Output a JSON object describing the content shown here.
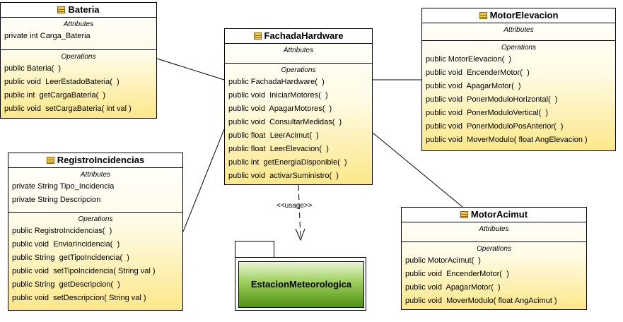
{
  "classes": {
    "bateria": {
      "name": "Bateria",
      "attributes_caption": "Attributes",
      "attributes": [
        "private int Carga_Bateria"
      ],
      "operations_caption": "Operations",
      "operations": [
        "public Bateria(  )",
        "public void  LeerEstadoBateria(  )",
        "public int  getCargaBateria(  )",
        "public void  setCargaBateria( int val )"
      ]
    },
    "fachada": {
      "name": "FachadaHardware",
      "attributes_caption": "Attributes",
      "attributes": [],
      "operations_caption": "Operations",
      "operations": [
        "public FachadaHardware(  )",
        "public void  IniciarMotores(  )",
        "public void  ApagarMotores(  )",
        "public void  ConsultarMedidas(  )",
        "public float  LeerAcimut(  )",
        "public float  LeerElevacion(  )",
        "public int  getEnergiaDisponible(  )",
        "public void  activarSuministro(  )"
      ]
    },
    "motor_elevacion": {
      "name": "MotorElevacion",
      "attributes_caption": "Attributes",
      "attributes": [],
      "operations_caption": "Operations",
      "operations": [
        "public MotorElevacion(  )",
        "public void  EncenderMotor(  )",
        "public void  ApagarMotor(  )",
        "public void  PonerModuloHorizontal(  )",
        "public void  PonerModuloVertical(  )",
        "public void  PonerModuloPosAnterior(  )",
        "public void  MoverModulo( float AngElevacion )"
      ]
    },
    "registro": {
      "name": "RegistroIncidencias",
      "attributes_caption": "Attributes",
      "attributes": [
        "private String Tipo_Incidencia",
        "private String Descripcion"
      ],
      "operations_caption": "Operations",
      "operations": [
        "public RegistroIncidencias(  )",
        "public void  EnviarIncidencia(  )",
        "public String  getTipoIncidencia(  )",
        "public void  setTipoIncidencia( String val )",
        "public String  getDescripcion(  )",
        "public void  setDescripcion( String val )"
      ]
    },
    "motor_acimut": {
      "name": "MotorAcimut",
      "attributes_caption": "Attributes",
      "attributes": [],
      "operations_caption": "Operations",
      "operations": [
        "public MotorAcimut(  )",
        "public void  EncenderMotor(  )",
        "public void  ApagarMotor(  )",
        "public void  MoverModulo( float AngAcimut )"
      ]
    }
  },
  "package": {
    "name": "EstacionMeteorologica"
  },
  "dependency": {
    "stereotype": "<<usage>>"
  }
}
